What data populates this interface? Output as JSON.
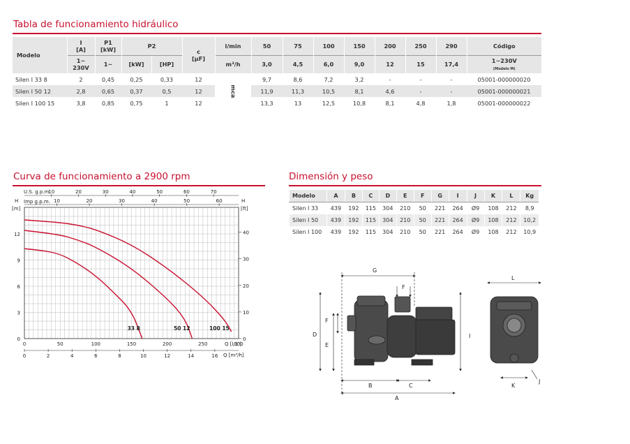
{
  "hydraulic": {
    "title": "Tabla de funcionamiento hidráulico",
    "hdr": {
      "modelo": "Modelo",
      "i": "I",
      "i_unit": "[A]",
      "p1": "P1",
      "p1_unit": "[kW]",
      "p2": "P2",
      "c": "c",
      "c_unit": "[μF]",
      "lmin": "l/min",
      "m3h": "m³/h",
      "codigo": "Código",
      "i_volt": "1~\n230V",
      "p1_phase": "1~",
      "kw": "[kW]",
      "hp": "[HP]",
      "code_volt": "1~230V",
      "code_sub": "(Modelo M)",
      "mca": "mca"
    },
    "flows_lmin": [
      "50",
      "75",
      "100",
      "150",
      "200",
      "250",
      "290"
    ],
    "flows_m3h": [
      "3,0",
      "4,5",
      "6,0",
      "9,0",
      "12",
      "15",
      "17,4"
    ],
    "rows": [
      {
        "model": "Silen I 33 8",
        "i": "2",
        "p1": "0,45",
        "kw": "0,25",
        "hp": "0,33",
        "c": "12",
        "vals": [
          "9,7",
          "8,6",
          "7,2",
          "3,2",
          "-",
          "-",
          "-"
        ],
        "code": "05001-000000020"
      },
      {
        "model": "Silen I 50 12",
        "i": "2,8",
        "p1": "0,65",
        "kw": "0,37",
        "hp": "0,5",
        "c": "12",
        "vals": [
          "11,9",
          "11,3",
          "10,5",
          "8,1",
          "4,6",
          "-",
          "-"
        ],
        "code": "05001-000000021"
      },
      {
        "model": "Silen I 100 15",
        "i": "3,8",
        "p1": "0,85",
        "kw": "0,75",
        "hp": "1",
        "c": "12",
        "vals": [
          "13,3",
          "13",
          "12,5",
          "10,8",
          "8,1",
          "4,8",
          "1,8"
        ],
        "code": "05001-000000022"
      }
    ]
  },
  "curve": {
    "title": "Curva de funcionamiento a 2900 rpm",
    "usgpm_label": "U.S. g.p.m.",
    "usgpm_ticks": [
      "10",
      "20",
      "30",
      "40",
      "50",
      "60",
      "70"
    ],
    "impgpm_label": "Imp g.p.m.",
    "impgpm_ticks": [
      "10",
      "20",
      "30",
      "40",
      "50",
      "60"
    ],
    "h_left": "H",
    "m_unit": "[m]",
    "left_ticks": [
      "0",
      "3",
      "6",
      "9",
      "12"
    ],
    "h_right": "H",
    "ft_unit": "[ft]",
    "right_ticks": [
      "0",
      "10",
      "20",
      "30",
      "40"
    ],
    "q_lmin_ticks": [
      "0",
      "50",
      "100",
      "150",
      "200",
      "250",
      "300"
    ],
    "q_lmin_label": "Q [l/1']",
    "q_m3h_ticks": [
      "0",
      "2",
      "4",
      "6",
      "8",
      "10",
      "12",
      "14",
      "16"
    ],
    "q_m3h_label": "Q [m³/h]",
    "curve_color": "#c8102e"
  },
  "chart_data": {
    "type": "line",
    "title": "Curva de funcionamiento a 2900 rpm",
    "xlabel": "Q [l/1']",
    "ylabel": "H [m]",
    "xlim": [
      0,
      300
    ],
    "ylim": [
      0,
      14.5
    ],
    "grid": true,
    "series": [
      {
        "name": "33 8",
        "x": [
          0,
          25,
          50,
          75,
          100,
          125,
          150,
          165
        ],
        "y": [
          10.3,
          10.1,
          9.7,
          8.6,
          7.2,
          5.3,
          3.2,
          0
        ]
      },
      {
        "name": "50 12",
        "x": [
          0,
          50,
          75,
          100,
          150,
          200,
          225,
          235
        ],
        "y": [
          12.4,
          11.9,
          11.3,
          10.5,
          8.1,
          4.6,
          2.3,
          0
        ]
      },
      {
        "name": "100 15",
        "x": [
          0,
          50,
          75,
          100,
          150,
          200,
          250,
          280,
          290
        ],
        "y": [
          13.6,
          13.3,
          13,
          12.5,
          10.8,
          8.1,
          4.8,
          2.2,
          0.8
        ]
      }
    ]
  },
  "dimension": {
    "title": "Dimensión y peso",
    "headers": [
      "Modelo",
      "A",
      "B",
      "C",
      "D",
      "E",
      "F",
      "G",
      "I",
      "J",
      "K",
      "L",
      "Kg"
    ],
    "rows": [
      [
        "Silen I 33",
        "439",
        "192",
        "115",
        "304",
        "210",
        "50",
        "221",
        "264",
        "Ø9",
        "108",
        "212",
        "8,9"
      ],
      [
        "Silen I 50",
        "439",
        "192",
        "115",
        "304",
        "210",
        "50",
        "221",
        "264",
        "Ø9",
        "108",
        "212",
        "10,2"
      ],
      [
        "Silen I 100",
        "439",
        "192",
        "115",
        "304",
        "210",
        "50",
        "221",
        "264",
        "Ø9",
        "108",
        "212",
        "10,9"
      ]
    ]
  },
  "drawing_labels": {
    "A": "A",
    "B": "B",
    "C": "C",
    "D": "D",
    "E": "E",
    "F1": "F",
    "F2": "F",
    "G": "G",
    "I": "I",
    "J": "J",
    "K": "K",
    "L": "L"
  }
}
